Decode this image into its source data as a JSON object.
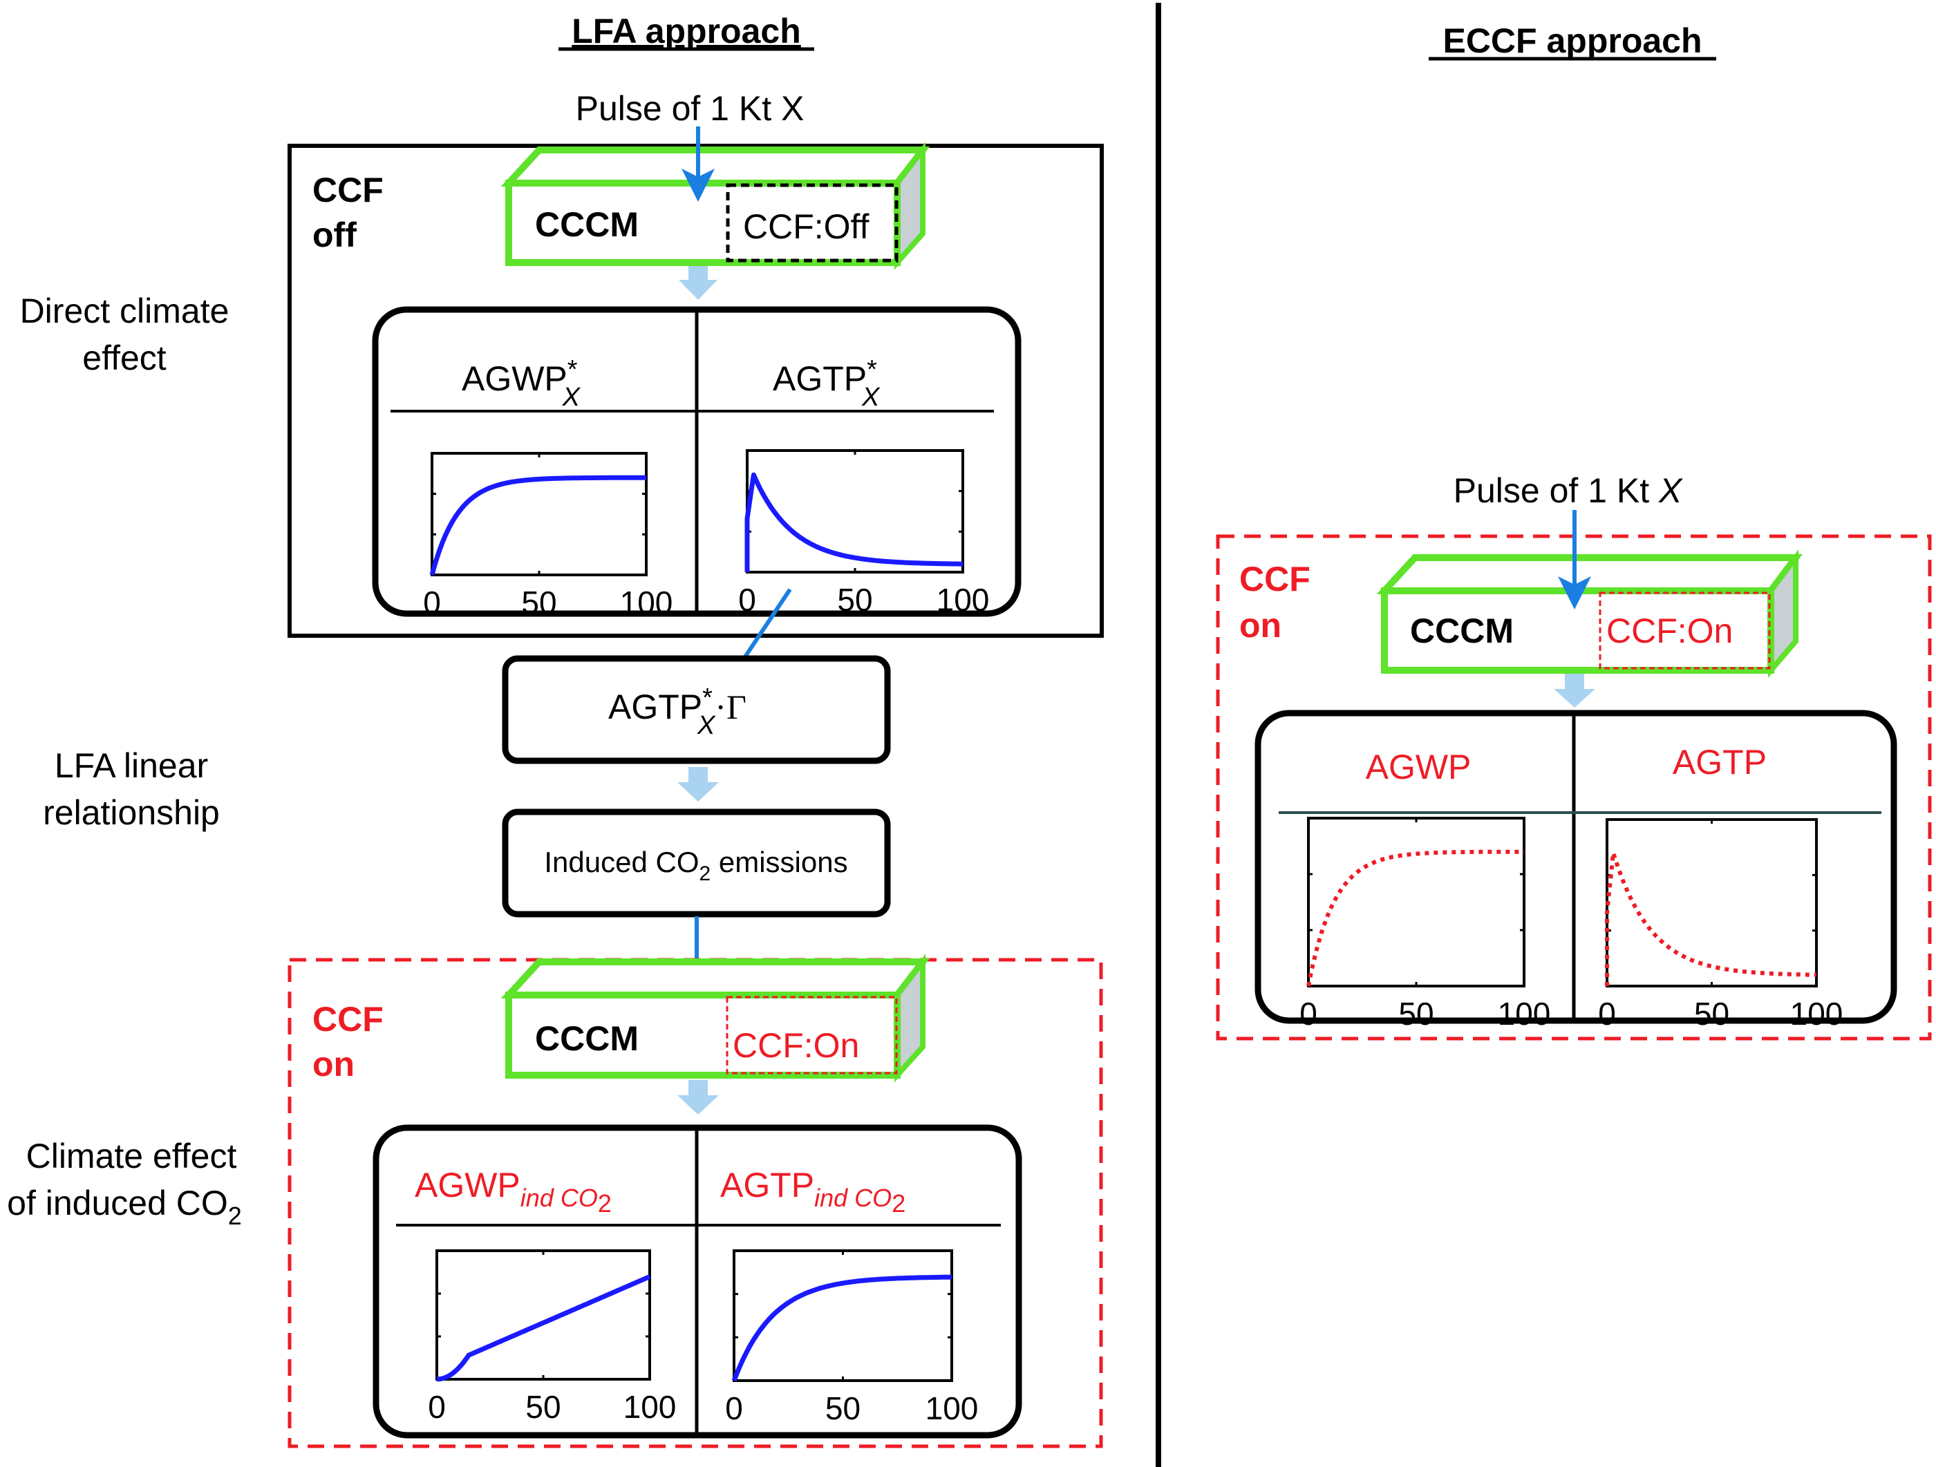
{
  "lfa": {
    "title": "LFA approach",
    "pulse": {
      "prefix": "Pulse of 1 Kt ",
      "species": "X"
    },
    "side_labels": {
      "direct_1": "Direct climate",
      "direct_2": "effect",
      "linear_1": "LFA linear",
      "linear_2": "relationship",
      "induced_1": "Climate effect",
      "induced_2": "of induced CO",
      "induced_2_sub": "2"
    },
    "ccf_off_block": {
      "state_1": "CCF",
      "state_2": "off",
      "model": "CCCM",
      "switch": "CCF:Off",
      "panels": [
        {
          "metric": "AGWP",
          "sup": "*",
          "sub": "X",
          "curve": "saturating",
          "x_ticks": [
            "0",
            "50",
            "100"
          ]
        },
        {
          "metric": "AGTP",
          "sup": "*",
          "sub": "X",
          "curve": "peak-decay",
          "x_ticks": [
            "0",
            "50",
            "100"
          ]
        }
      ]
    },
    "gamma_box": {
      "metric": "AGTP",
      "sup": "*",
      "sub": "X",
      "operator": "·Γ"
    },
    "induced_box": {
      "prefix": "Induced CO",
      "sub": "2",
      "suffix": " emissions"
    },
    "ccf_on_block": {
      "state_1": "CCF",
      "state_2": "on",
      "model": "CCCM",
      "switch": "CCF:On",
      "panels": [
        {
          "metric": "AGWP",
          "sub": "ind CO",
          "sub2": "2",
          "curve": "linear-rise",
          "x_ticks": [
            "0",
            "50",
            "100"
          ]
        },
        {
          "metric": "AGTP",
          "sub": "ind CO",
          "sub2": "2",
          "curve": "saturating",
          "x_ticks": [
            "0",
            "50",
            "100"
          ]
        }
      ]
    }
  },
  "eccf": {
    "title": "ECCF approach",
    "pulse": {
      "prefix": "Pulse of 1 Kt ",
      "species": "X"
    },
    "ccf_on_block": {
      "state_1": "CCF",
      "state_2": "on",
      "model": "CCCM",
      "switch": "CCF:On",
      "panels": [
        {
          "metric": "AGWP",
          "curve": "saturating",
          "style": "dotted",
          "x_ticks": [
            "0",
            "50",
            "100"
          ]
        },
        {
          "metric": "AGTP",
          "curve": "peak-decay",
          "style": "dotted",
          "x_ticks": [
            "0",
            "50",
            "100"
          ]
        }
      ]
    }
  },
  "colors": {
    "ccf_on_red": "#ee1c25",
    "cccm_green": "#5ee22a",
    "pulse_arrow_blue": "#1a7fe0",
    "flow_arrow_lightblue": "#a9d3f0",
    "curve_blue": "#1a1aff",
    "box_side_gray": "#c8d0d4"
  }
}
